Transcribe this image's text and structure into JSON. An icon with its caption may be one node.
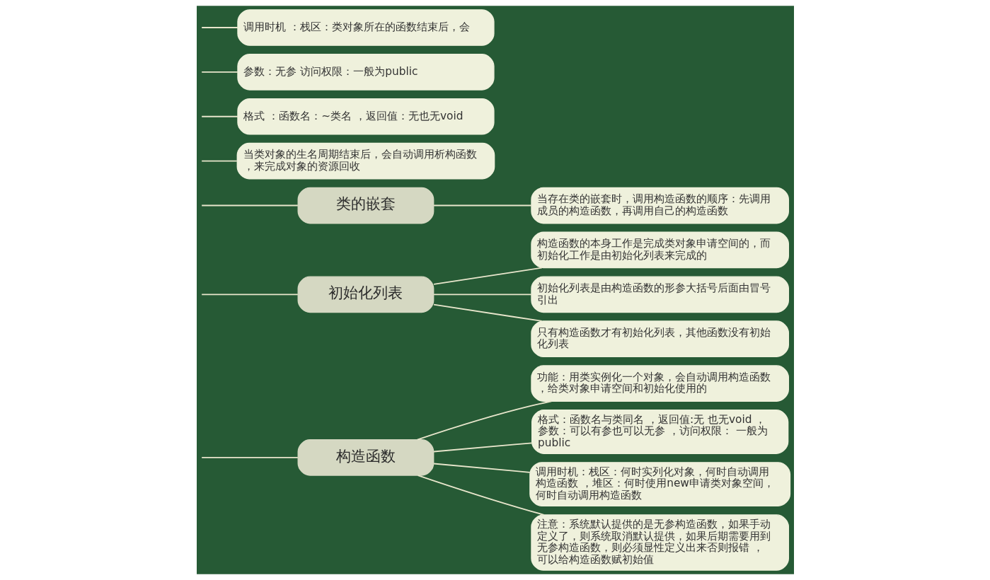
{
  "diagram": {
    "nodes": [
      {
        "text": [
          "构造函数"
        ]
      },
      {
        "text": [
          "功能：用类实例化一个对象，会自动调用构造函数，给类对象申请空间和初始化使用的"
        ]
      },
      {
        "text": [
          "格式：函数名与类同名 ，返回值:无 也无void ，参数：可以有参也可以无参 ，访问权限： 一般为public"
        ]
      },
      {
        "text": [
          "调用时机：栈区：何时实列化对象，何时自动调用构造函数 ，堆区：何时使用new申请类对象空间，何时自动调用构造函数"
        ]
      },
      {
        "text": [
          "注意：系统默认提供的是无参构造函数，如果手动定义了，则系统取消默认提供，如果后期需要用到无参构造函数，则必须显性定义出来否则报错 ，可以给构造函数赋初始值"
        ]
      },
      {
        "text": [
          "初始化列表"
        ]
      },
      {
        "text": [
          "构造函数的本身工作是完成类对象申请空间的，而初始化工作是由初始化列表来完成的"
        ]
      },
      {
        "text": [
          "初始化列表是由构造函数的形参大括号后面由冒号引出"
        ]
      },
      {
        "text": [
          "只有构造函数才有初始化列表，其他函数没有初始化列表"
        ]
      },
      {
        "text": [
          "类的嵌套"
        ]
      },
      {
        "text": [
          "当存在类的嵌套时，调用构造函数的顺序：先调用成员的构造函数，再调用自己的构造函数"
        ]
      },
      {
        "text": [
          "当类对象的生名周期结束后，会自动调用析构函数，来完成对象的资源回收"
        ]
      },
      {
        "text": [
          "格式 ：函数名：~类名 ，返回值：无也无void"
        ]
      },
      {
        "text": [
          "参数：无参 访问权限：一般为public"
        ]
      },
      {
        "text": [
          "调用时机 ：栈区：类对象所在的函数结束后，会"
        ]
      }
    ],
    "edges": [
      {
        "from": null,
        "to": 0,
        "arrow": "none"
      },
      {
        "from": 0,
        "to": 1,
        "arrow": "none"
      },
      {
        "from": 0,
        "to": 2,
        "arrow": "none"
      },
      {
        "from": 0,
        "to": 3,
        "arrow": "none"
      },
      {
        "from": 0,
        "to": 4,
        "arrow": "none"
      },
      {
        "from": null,
        "to": 5,
        "arrow": "none"
      },
      {
        "from": 5,
        "to": 6,
        "arrow": "none"
      },
      {
        "from": 5,
        "to": 7,
        "arrow": "none"
      },
      {
        "from": 5,
        "to": 8,
        "arrow": "none"
      },
      {
        "from": null,
        "to": 9,
        "arrow": "none"
      },
      {
        "from": 9,
        "to": 10,
        "arrow": "none"
      },
      {
        "from": null,
        "to": 11,
        "arrow": "none"
      },
      {
        "from": null,
        "to": 12,
        "arrow": "none"
      },
      {
        "from": null,
        "to": 13,
        "arrow": "none"
      },
      {
        "from": null,
        "to": 14,
        "arrow": "none"
      }
    ]
  }
}
